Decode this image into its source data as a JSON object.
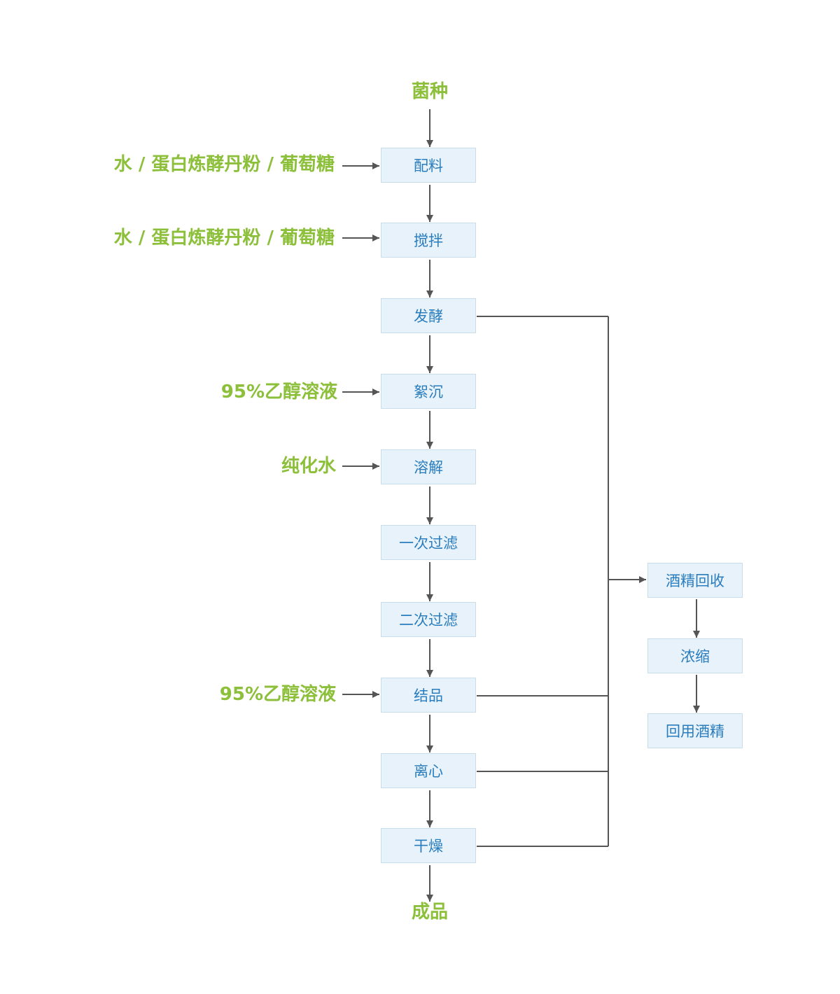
{
  "colors": {
    "box_fill": "#e8f2fa",
    "box_border": "#c9dcea",
    "box_text": "#2a7dbd",
    "input_text": "#8cbf3a",
    "connector": "#555555"
  },
  "start_label": "菌种",
  "end_label": "成品",
  "main_steps": [
    "配料",
    "搅拌",
    "发酵",
    "絮沉",
    "溶解",
    "一次过滤",
    "二次过滤",
    "结品",
    "离心",
    "干燥"
  ],
  "side_steps": [
    "酒精回收",
    "浓缩",
    "回用酒精"
  ],
  "inputs": [
    {
      "step": "配料",
      "text": "水 / 蛋白炼酵丹粉 / 葡萄糖"
    },
    {
      "step": "搅拌",
      "text": "水 / 蛋白炼酵丹粉 / 葡萄糖"
    },
    {
      "step": "絮沉",
      "text": "95%乙醇溶液"
    },
    {
      "step": "溶解",
      "text": "纯化水"
    },
    {
      "step": "结品",
      "text": "95%乙醇溶液"
    }
  ],
  "recovery_sources": [
    "发酵",
    "结品",
    "离心",
    "干燥"
  ],
  "recovery_target": "酒精回收"
}
